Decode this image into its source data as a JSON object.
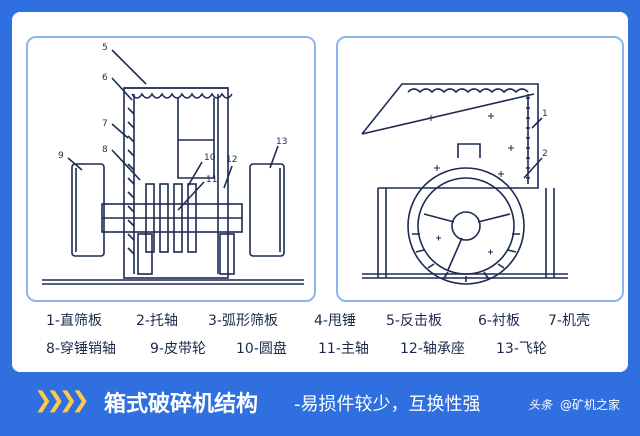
{
  "left_labels": [
    "5",
    "6",
    "7",
    "8",
    "9",
    "10",
    "11",
    "12",
    "13"
  ],
  "right_labels": [
    "1",
    "2"
  ],
  "legend_row1": [
    "1-直筛板",
    "2-托轴",
    "3-弧形筛板",
    "4-甩锤",
    "5-反击板",
    "6-衬板",
    "7-机壳"
  ],
  "legend_row2": [
    "8-穿锤销轴",
    "9-皮带轮",
    "10-圆盘",
    "11-主轴",
    "12-轴承座",
    "13-飞轮"
  ],
  "banner": {
    "title": "箱式破碎机结构",
    "subtitle": "-易损件较少，互换性强"
  },
  "watermark": {
    "brand": "头条",
    "account": "@矿机之家"
  },
  "colors": {
    "background": "#2f6fe0",
    "panel_border": "#8fb4ec",
    "line": "#1d2b53",
    "accent": "#ffc94a"
  }
}
